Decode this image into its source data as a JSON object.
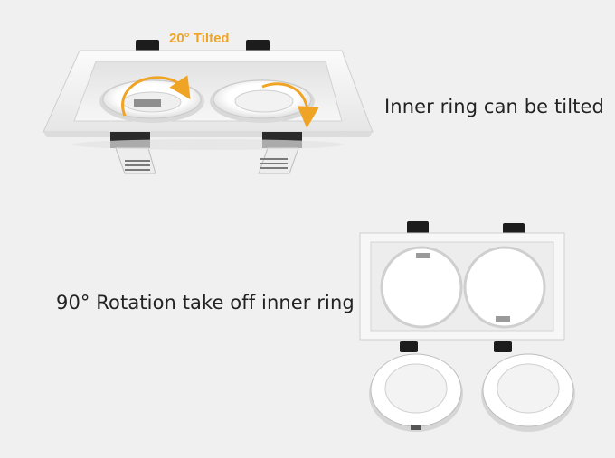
{
  "captions": {
    "top": "Inner ring can be tilted",
    "bottom": "90° Rotation take off inner ring"
  },
  "annotation": {
    "tilt_label": "20° Tilted",
    "accent_color": "#f0a426"
  },
  "product": {
    "description_images": [
      "double-head-downlight-frame-tilted",
      "double-head-downlight-frame-rings-removed"
    ]
  }
}
